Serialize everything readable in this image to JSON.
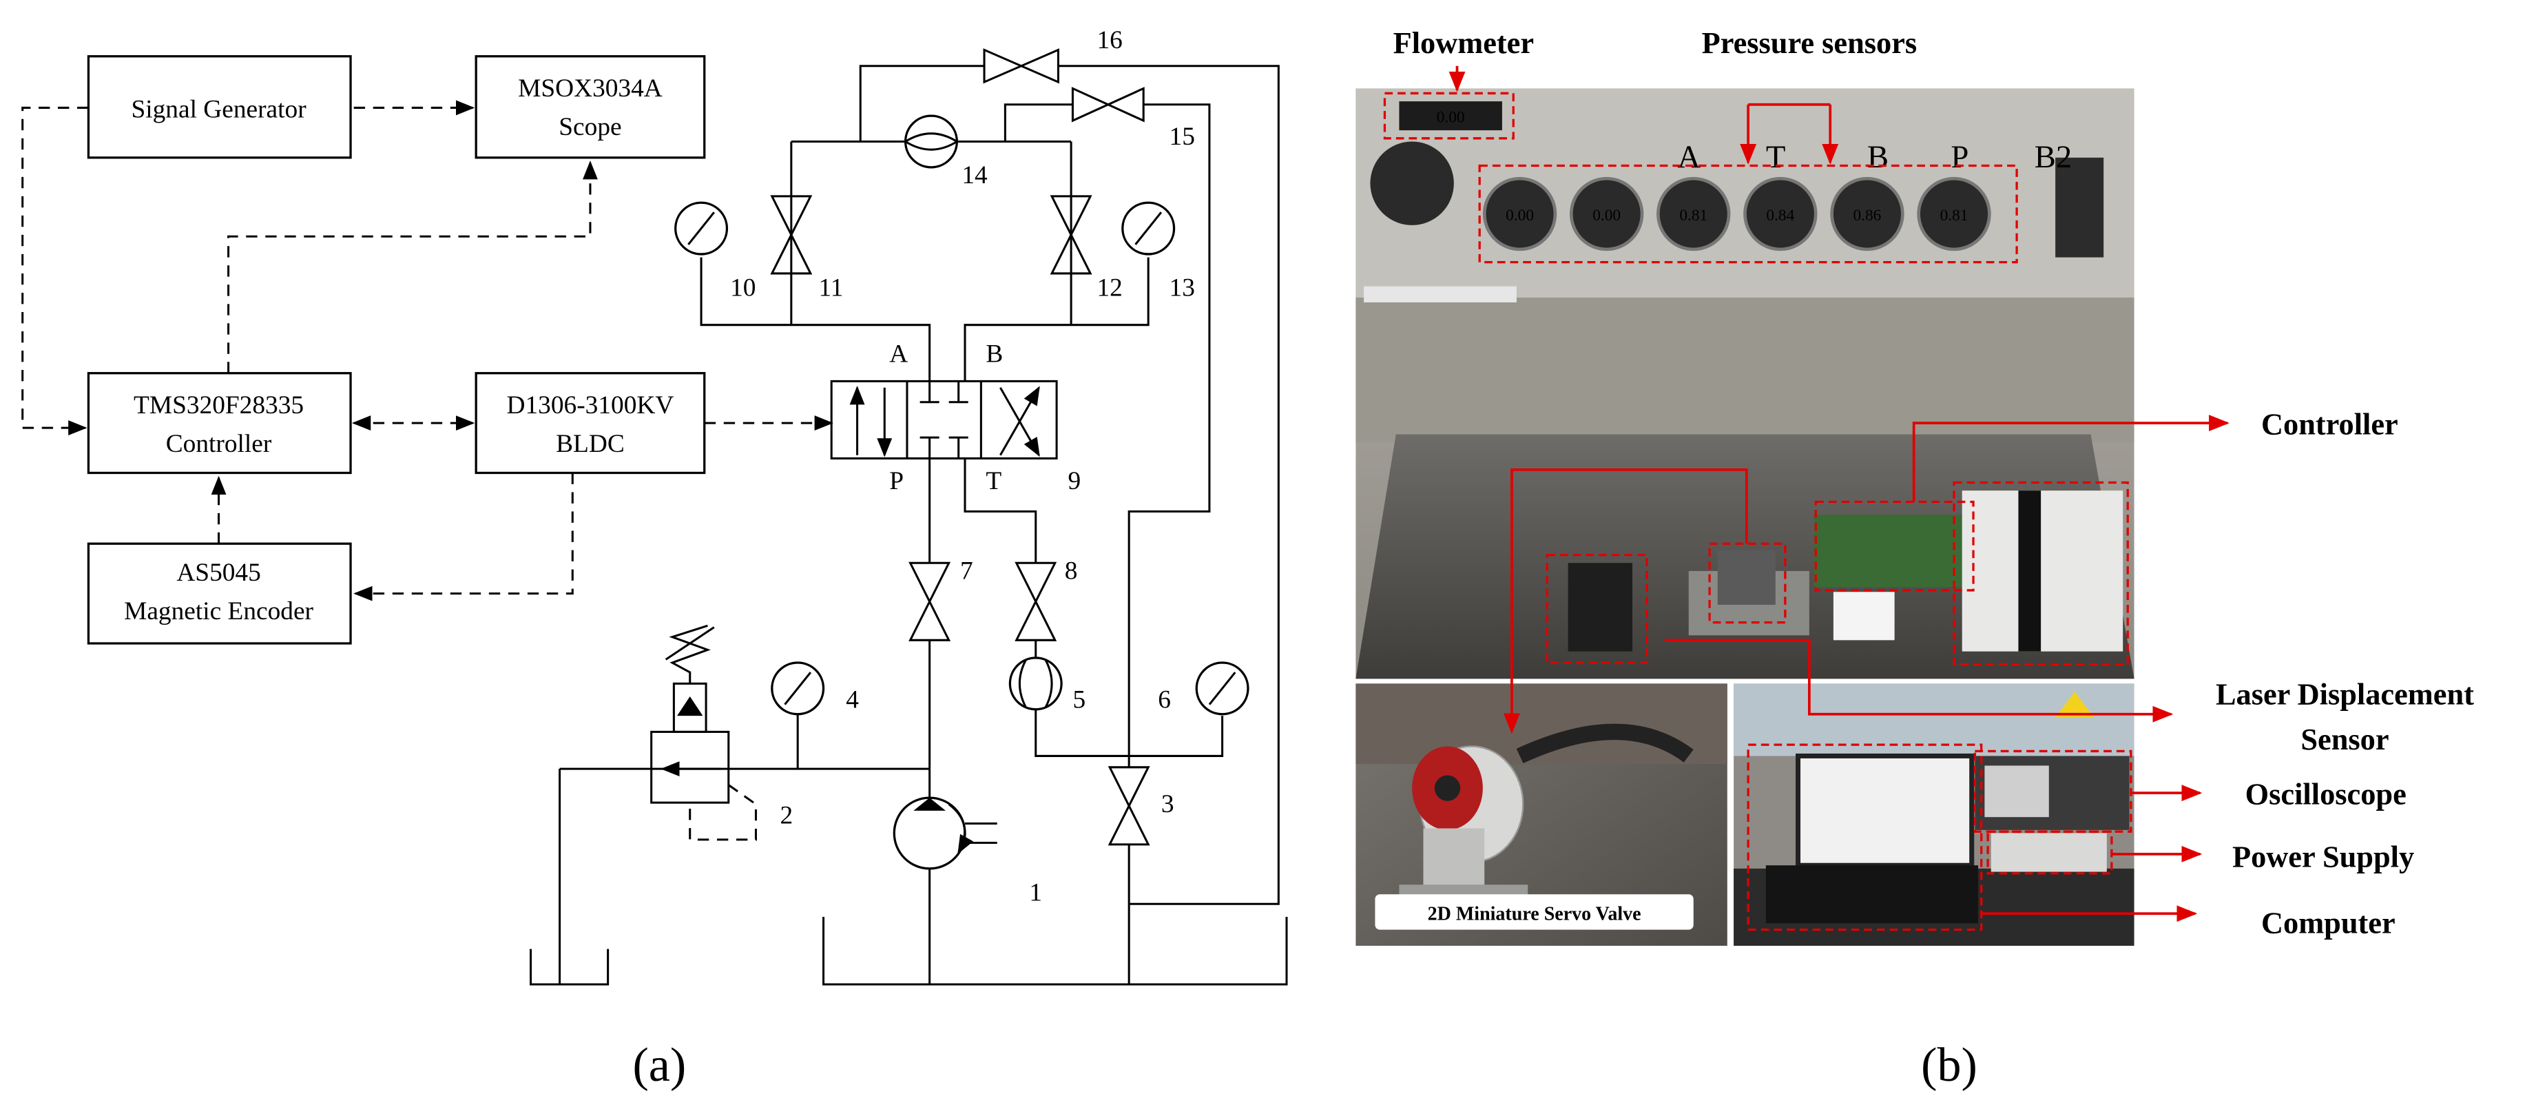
{
  "panel_a": {
    "blocks": {
      "signal_generator": "Signal Generator",
      "scope_l1": "MSOX3034A",
      "scope_l2": "Scope",
      "controller_l1": "TMS320F28335",
      "controller_l2": "Controller",
      "bldc_l1": "D1306-3100KV",
      "bldc_l2": "BLDC",
      "encoder_l1": "AS5045",
      "encoder_l2": "Magnetic Encoder"
    },
    "ports": {
      "A": "A",
      "B": "B",
      "P": "P",
      "T": "T"
    },
    "numbers": [
      "1",
      "2",
      "3",
      "4",
      "5",
      "6",
      "7",
      "8",
      "9",
      "10",
      "11",
      "12",
      "13",
      "14",
      "15",
      "16"
    ],
    "label": "(a)"
  },
  "panel_b": {
    "annotations": {
      "flowmeter": "Flowmeter",
      "pressure_sensors": "Pressure sensors",
      "controller": "Controller",
      "laser_l1": "Laser Displacement",
      "laser_l2": "Sensor",
      "oscilloscope": "Oscilloscope",
      "power_supply": "Power Supply",
      "computer": "Computer",
      "servo_valve_caption": "2D Miniature Servo Valve"
    },
    "gauge_readings": [
      "0.00",
      "0.00",
      "0.81",
      "0.84",
      "0.86",
      "0.81"
    ],
    "panel_letters": [
      "A",
      "T",
      "B",
      "P",
      "B2"
    ],
    "flowmeter_reading": "0.00",
    "label": "(b)"
  },
  "colors": {
    "annotation_red": "#e00000"
  }
}
